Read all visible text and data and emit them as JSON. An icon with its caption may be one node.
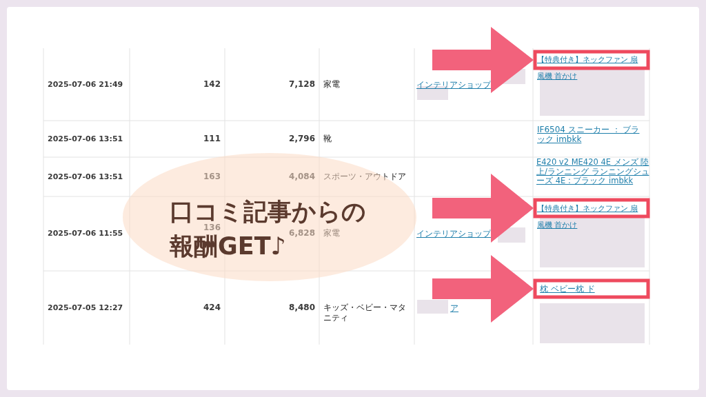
{
  "diagram": {
    "nodes": [
      {
        "text": [
          "【特典付き】ネックファン 扇風機 首かけ"
        ]
      },
      {
        "text": [
          "IF6504 スニーカー ： ブラック imbkk"
        ]
      },
      {
        "text": [
          "E420 v2 ME420 4E メンズ 陸上/ランニング ランニングシューズ 4E : ブラック imbkk"
        ]
      },
      {
        "text": [
          "【特典付き】ネックファン 扇風機 首かけ"
        ]
      },
      {
        "text": [
          "枕 ベビー枕 ド"
        ]
      },
      {
        "text": [
          "口コミ記事からの報酬GET♪"
        ]
      }
    ],
    "edges": [
      {
        "from": null,
        "to": 0,
        "arrow": "to"
      },
      {
        "from": null,
        "to": 3,
        "arrow": "to"
      },
      {
        "from": null,
        "to": 4,
        "arrow": "to"
      }
    ],
    "labels": [
      "2025-07-06 21:49",
      "142",
      "7,128",
      "家電",
      "インテリアショップ",
      "2025-07-06 13:51",
      "111",
      "2,796",
      "靴",
      "2025-07-06 13:51",
      "163",
      "4,084",
      "スポーツ・アウトドア",
      "2025-07-06 11:55",
      "136",
      "6,828",
      "家電",
      "インテリアショップ",
      "2025-07-05 12:27",
      "424",
      "8,480",
      "キッズ・ベビー・マタニティ",
      "ア"
    ]
  }
}
